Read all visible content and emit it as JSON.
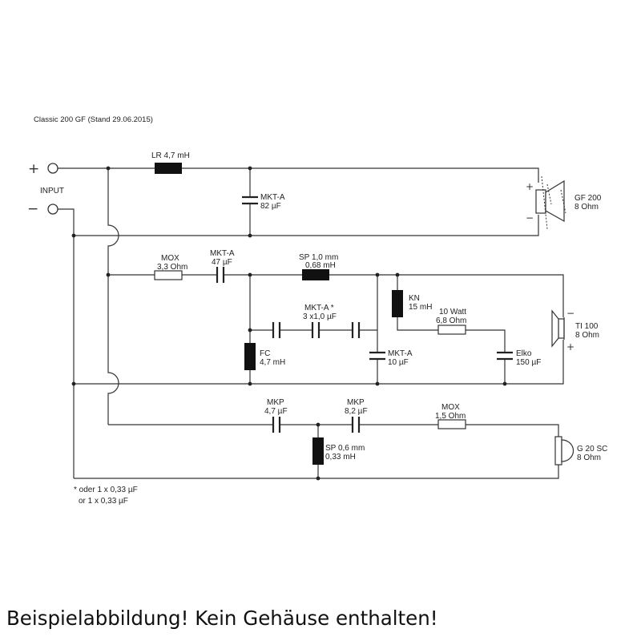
{
  "title": "Classic 200 GF (Stand 29.06.2015)",
  "input": {
    "label": "INPUT",
    "plus": "+",
    "minus": "−"
  },
  "components": {
    "lr": "LR 4,7 mH",
    "mkt82_name": "MKT-A",
    "mkt82_value": "82 µF",
    "mox33_name": "MOX",
    "mox33_value": "3,3 Ohm",
    "mkt47_name": "MKT-A",
    "mkt47_value": "47 µF",
    "sp10_name": "SP 1,0 mm",
    "sp10_value": "0,68 mH",
    "mkt3x_name": "MKT-A *",
    "mkt3x_value": "3 x1,0 µF",
    "kn_name": "KN",
    "kn_value": "15 mH",
    "w10_name": "10 Watt",
    "w10_value": "6,8 Ohm",
    "fc_name": "FC",
    "fc_value": "4,7 mH",
    "mkt10_name": "MKT-A",
    "mkt10_value": "10 µF",
    "elko_name": "Elko",
    "elko_value": "150 µF",
    "mkp47_name": "MKP",
    "mkp47_value": "4,7 µF",
    "mkp82_name": "MKP",
    "mkp82_value": "8,2 µF",
    "mox15_name": "MOX",
    "mox15_value": "1,5 Ohm",
    "sp06_name": "SP 0,6 mm",
    "sp06_value": "0,33 mH"
  },
  "speakers": {
    "gf200_name": "GF 200",
    "gf200_imp": "8 Ohm",
    "gf200_plus": "+",
    "gf200_minus": "−",
    "ti100_name": "TI 100",
    "ti100_imp": "8 Ohm",
    "ti100_plus": "+",
    "ti100_minus": "−",
    "g20_name": "G 20 SC",
    "g20_imp": "8 Ohm"
  },
  "footnote": {
    "line1": "* oder 1 x 0,33 µF",
    "line2": "or 1 x 0,33 µF"
  },
  "caption": "Beispielabbildung! Kein Gehäuse enthalten!"
}
